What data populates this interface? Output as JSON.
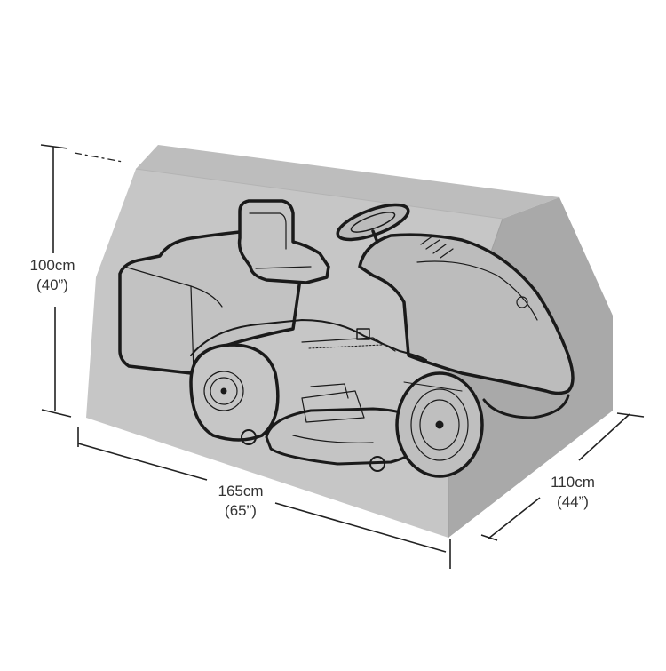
{
  "diagram": {
    "subject": "Ride-on lawn mower cover",
    "dimensions": {
      "height": {
        "metric": "100cm",
        "imperial": "(40”)"
      },
      "length": {
        "metric": "165cm",
        "imperial": "(65”)"
      },
      "width": {
        "metric": "110cm",
        "imperial": "(44”)"
      }
    },
    "colors": {
      "background": "#ffffff",
      "cover_front": "#c6c6c6",
      "cover_top": "#bdbdbd",
      "cover_side": "#a9a9a9",
      "outline": "#1a1a1a",
      "dimension_line": "#222222"
    }
  }
}
